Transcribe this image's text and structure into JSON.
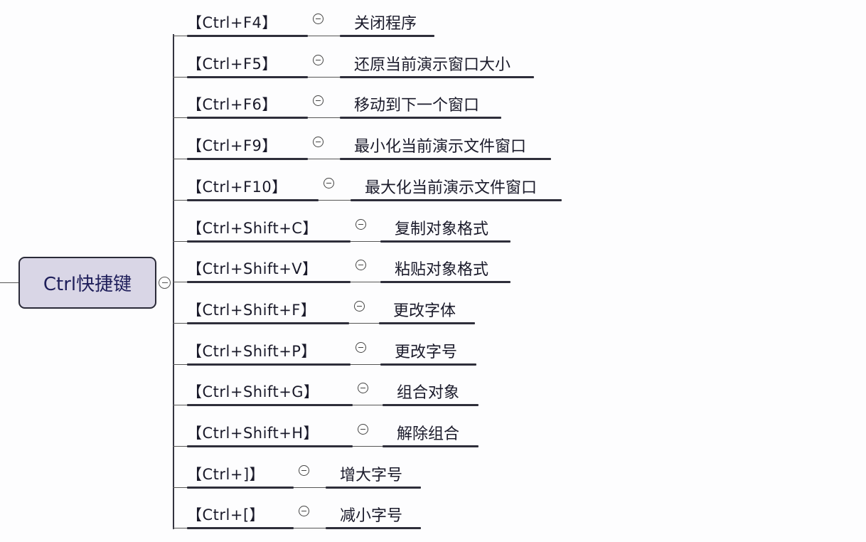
{
  "root": {
    "label": "Ctrl快捷键"
  },
  "items": [
    {
      "key": "【Ctrl+F4】",
      "desc": "关闭程序"
    },
    {
      "key": "【Ctrl+F5】",
      "desc": "还原当前演示窗口大小"
    },
    {
      "key": "【Ctrl+F6】",
      "desc": "移动到下一个窗口"
    },
    {
      "key": "【Ctrl+F9】",
      "desc": "最小化当前演示文件窗口"
    },
    {
      "key": "【Ctrl+F10】",
      "desc": "最大化当前演示文件窗口"
    },
    {
      "key": "【Ctrl+Shift+C】",
      "desc": "复制对象格式"
    },
    {
      "key": "【Ctrl+Shift+V】",
      "desc": "粘贴对象格式"
    },
    {
      "key": "【Ctrl+Shift+F】",
      "desc": "更改字体"
    },
    {
      "key": "【Ctrl+Shift+P】",
      "desc": "更改字号"
    },
    {
      "key": "【Ctrl+Shift+G】",
      "desc": "组合对象"
    },
    {
      "key": "【Ctrl+Shift+H】",
      "desc": "解除组合"
    },
    {
      "key": "【Ctrl+]】",
      "desc": "增大字号"
    },
    {
      "key": "【Ctrl+[】",
      "desc": "减小字号"
    }
  ],
  "colors": {
    "root_fill": "#d9d6e6",
    "root_border": "#2a2a38",
    "line": "#2e2e3a",
    "text": "#1a1a2a"
  }
}
